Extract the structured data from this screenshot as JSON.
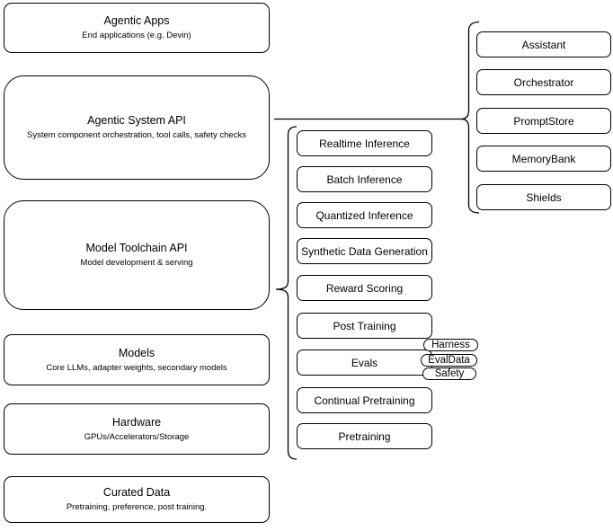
{
  "colors": {
    "stroke": "#000000",
    "fill": "#ffffff",
    "text": "#000000",
    "background": "#ffffff"
  },
  "stack_boxes": [
    {
      "title": "Agentic Apps",
      "subtitle": "End applications (e.g. Devin)"
    },
    {
      "title": "Agentic System API",
      "subtitle": "System component orchestration, tool calls, safety checks"
    },
    {
      "title": "Model Toolchain API",
      "subtitle": "Model development & serving"
    },
    {
      "title": "Models",
      "subtitle": "Core LLMs, adapter weights, secondary models"
    },
    {
      "title": "Hardware",
      "subtitle": "GPUs/Accelerators/Storage"
    },
    {
      "title": "Curated Data",
      "subtitle": "Pretraining, preference, post training."
    }
  ],
  "toolchain_api_items": [
    {
      "label": "Realtime Inference"
    },
    {
      "label": "Batch Inference"
    },
    {
      "label": "Quantized Inference"
    },
    {
      "label": "Synthetic Data Generation"
    },
    {
      "label": "Reward Scoring"
    },
    {
      "label": "Post Training"
    },
    {
      "label": "Evals"
    },
    {
      "label": "Continual Pretraining"
    },
    {
      "label": "Pretraining"
    }
  ],
  "evals_tags": [
    {
      "label": "Harness"
    },
    {
      "label": "EvalData"
    },
    {
      "label": "Safety"
    }
  ],
  "system_api_items": [
    {
      "label": "Assistant"
    },
    {
      "label": "Orchestrator"
    },
    {
      "label": "PromptStore"
    },
    {
      "label": "MemoryBank"
    },
    {
      "label": "Shields"
    }
  ]
}
